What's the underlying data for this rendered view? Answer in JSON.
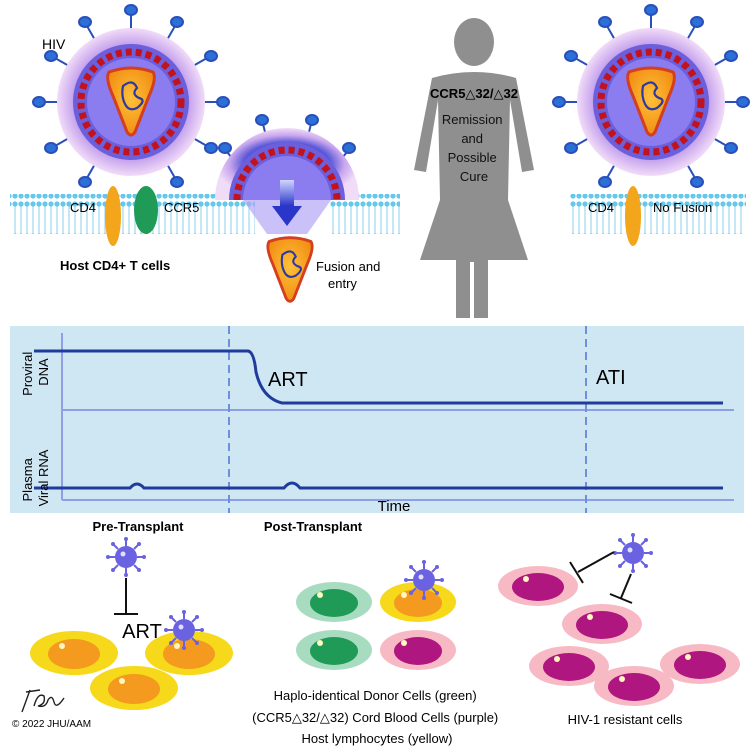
{
  "top": {
    "hiv_label": "HIV",
    "cd4_label_left": "CD4",
    "ccr5_label": "CCR5",
    "host_cells_label": "Host CD4+ T cells",
    "fusion_label": [
      "Fusion and",
      "entry"
    ],
    "genotype_label": "CCR5△32/△32",
    "remission_label": [
      "Remission",
      "and",
      "Possible",
      "Cure"
    ],
    "cd4_label_right": "CD4",
    "no_fusion_label": "No Fusion"
  },
  "chart": {
    "proviral_label": [
      "Proviral",
      "DNA"
    ],
    "plasma_label": [
      "Plasma",
      "Viral RNA"
    ],
    "art_label": "ART",
    "ati_label": "ATI",
    "time_label": "Time"
  },
  "bottom": {
    "pre_transplant": "Pre-Transplant",
    "post_transplant": "Post-Transplant",
    "art_label": "ART",
    "donor_caption": [
      "Haplo-identical Donor Cells (green)",
      "(CCR5△32/△32)  Cord Blood Cells (purple)",
      "Host lymphocytes (yellow)"
    ],
    "resistant_caption": "HIV-1 resistant cells",
    "copyright": "© 2022 JHU/AAM"
  },
  "colors": {
    "panel_bg": "#cfe6f3",
    "line": "#1f3b9c",
    "cd4": "#f3a51b",
    "ccr5": "#1f9a57",
    "donor_green": "#1f9a57",
    "host_yellow": "#f5d91a",
    "cord_purple": "#b0167f",
    "virus": "#6a62e0"
  }
}
